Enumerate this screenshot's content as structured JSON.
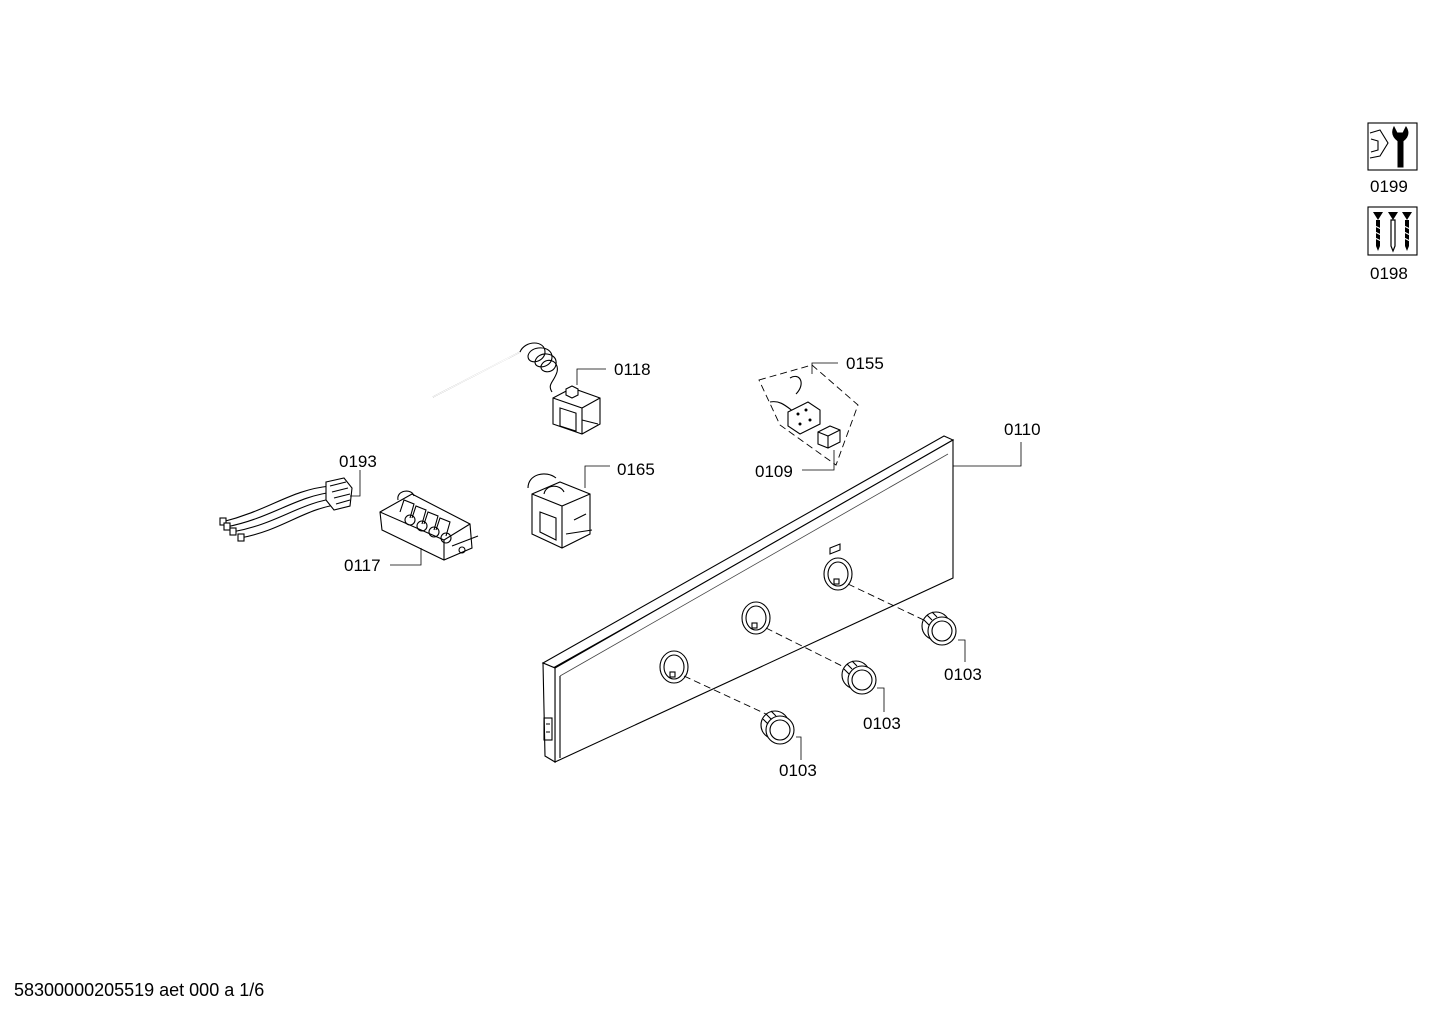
{
  "diagram": {
    "callouts": {
      "p0118": "0118",
      "p0155": "0155",
      "p0193": "0193",
      "p0165": "0165",
      "p0109": "0109",
      "p0110": "0110",
      "p0117": "0117",
      "p0103a": "0103",
      "p0103b": "0103",
      "p0103c": "0103"
    },
    "kits": {
      "tools": "0199",
      "screws": "0198"
    }
  },
  "footer": {
    "doc_id": "58300000205519 aet 000 a 1/6"
  }
}
